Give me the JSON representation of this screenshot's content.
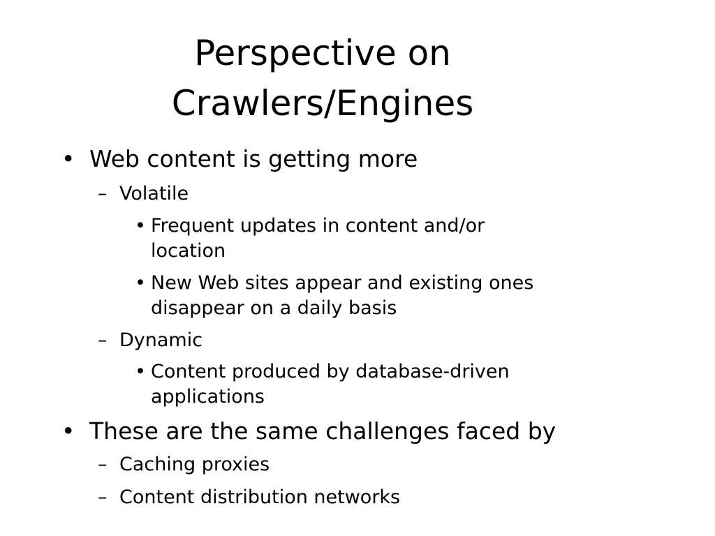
{
  "title": {
    "line1": "Perspective on",
    "line2": "Crawlers/Engines"
  },
  "bullets": {
    "b1": {
      "marker": "•",
      "text": "Web content is getting more"
    },
    "b1_1": {
      "marker": "–",
      "text": "Volatile"
    },
    "b1_1_1": {
      "marker": "•",
      "line1": "Frequent updates in content and/or",
      "line2": "location"
    },
    "b1_1_2": {
      "marker": "•",
      "line1": "New Web sites appear and existing ones",
      "line2": "disappear on a daily basis"
    },
    "b1_2": {
      "marker": "–",
      "text": "Dynamic"
    },
    "b1_2_1": {
      "marker": "•",
      "line1": "Content produced by database-driven",
      "line2": "applications"
    },
    "b2": {
      "marker": "•",
      "text": "These are the same challenges faced by"
    },
    "b2_1": {
      "marker": "–",
      "text": "Caching proxies"
    },
    "b2_2": {
      "marker": "–",
      "text": "Content distribution networks"
    }
  }
}
